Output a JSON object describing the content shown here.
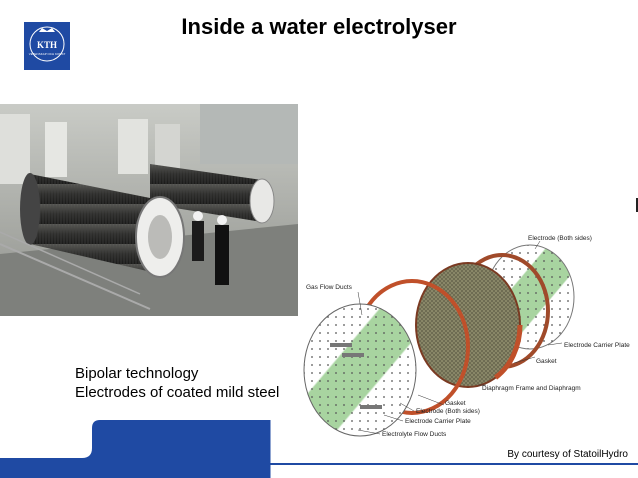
{
  "slide": {
    "title": "Inside a water electrolyser",
    "body_lines": [
      "Bipolar technology",
      "Electrodes of coated mild steel"
    ],
    "credit": "By courtesy of StatoilHydro"
  },
  "logo": {
    "text": "KTH",
    "subtext": "VETENSKAP OCH KONST",
    "color": "#1f4aa3"
  },
  "diagram": {
    "labels": {
      "electrode_both_sides_top": "Electrode (Both sides)",
      "gas_flow_ducts": "Gas Flow Ducts",
      "electrode_carrier_plate_right": "Electrode Carrier Plate",
      "gasket_right": "Gasket",
      "diaphragm": "Diaphragm Frame and Diaphragm",
      "gasket_bottom": "Gasket",
      "electrode_both_sides_bottom": "Electrode (Both sides)",
      "electrode_carrier_plate_bottom": "Electrode Carrier Plate",
      "electrolyte_flow_ducts": "Electrolyte Flow Ducts"
    }
  },
  "colors": {
    "accent_blue": "#1f4aa3",
    "gasket_red": "#c0502a",
    "electrode_green": "#a8d4a0"
  }
}
